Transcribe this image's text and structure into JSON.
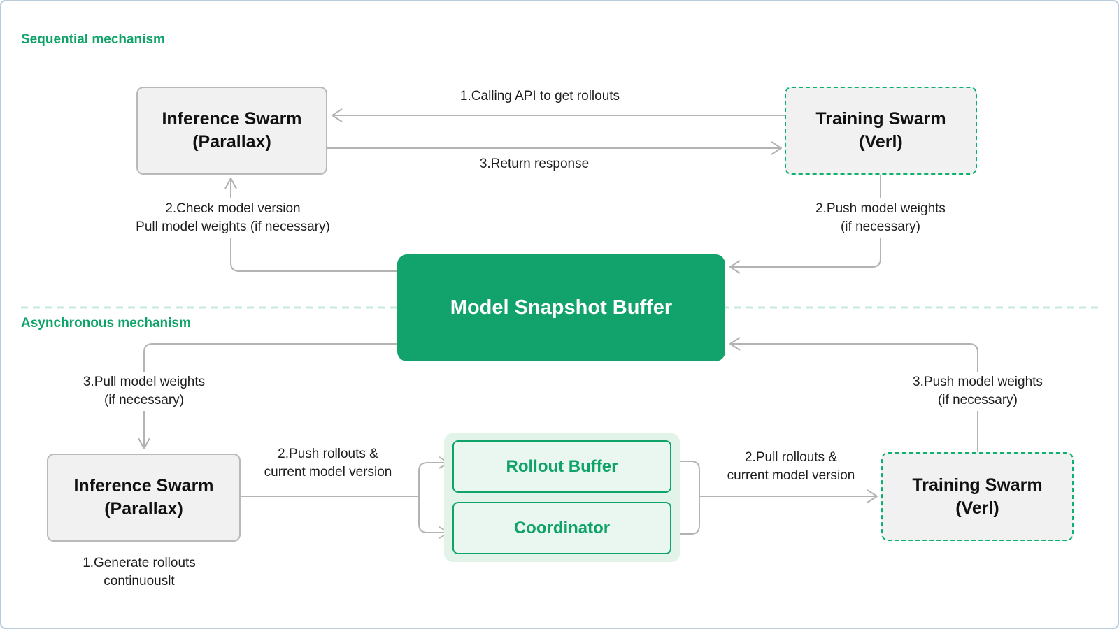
{
  "colors": {
    "accent": "#0fa369",
    "buffer_fill": "#12a26c",
    "buffer_text": "#ffffff",
    "node_fill": "#f1f1f1",
    "node_border": "#b9b9b9",
    "line": "#b3b3b3",
    "label_text": "#1d1d1f",
    "separator": "#c5e9da",
    "container_fill": "#e2f4ea",
    "subnode_fill": "#e9f7f0",
    "frame_border": "#b7cbdb",
    "background": "#ffffff"
  },
  "sections": {
    "sequential": {
      "title": "Sequential mechanism"
    },
    "asynchronous": {
      "title": "Asynchronous mechanism"
    }
  },
  "nodes": {
    "inference_top": {
      "title": "Inference Swarm",
      "subtitle": "(Parallax)"
    },
    "training_top": {
      "title": "Training Swarm",
      "subtitle": "(Verl)"
    },
    "buffer": {
      "title": "Model Snapshot Buffer"
    },
    "inference_bottom": {
      "title": "Inference Swarm",
      "subtitle": "(Parallax)"
    },
    "rollout_buffer": {
      "title": "Rollout Buffer"
    },
    "coordinator": {
      "title": "Coordinator"
    },
    "training_bottom": {
      "title": "Training Swarm",
      "subtitle": "(Verl)"
    }
  },
  "edges": {
    "calling_api": "1.Calling API to get rollouts",
    "return_response": "3.Return response",
    "check_model_version": "2.Check model version\nPull model weights (if necessary)",
    "push_model_weights_seq": "2.Push model weights\n(if necessary)",
    "pull_model_weights_async": "3.Pull model weights\n(if necessary)",
    "push_model_weights_async": "3.Push model weights\n(if necessary)",
    "push_rollouts": "2.Push rollouts &\ncurrent model version",
    "pull_rollouts": "2.Pull rollouts &\ncurrent model version",
    "generate_rollouts": "1.Generate rollouts\ncontinuouslt"
  }
}
